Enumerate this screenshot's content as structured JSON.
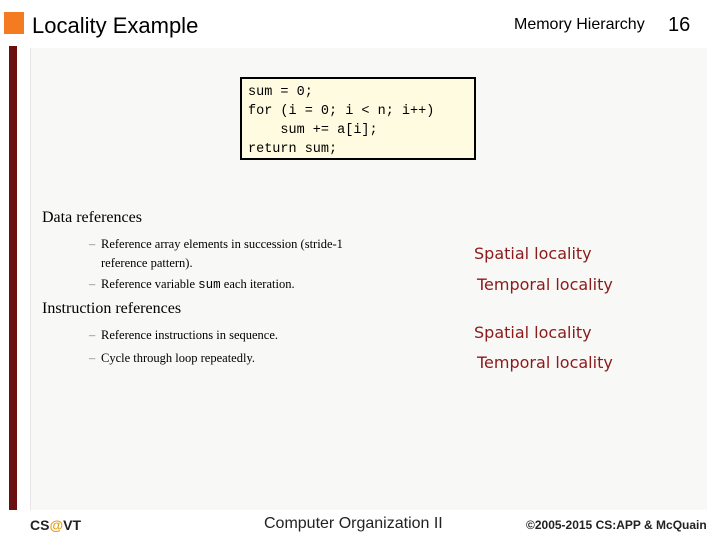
{
  "header": {
    "title": "Locality Example",
    "section": "Memory Hierarchy",
    "page_number": "16"
  },
  "code": [
    "sum = 0;",
    "for (i = 0; i < n; i++)",
    "    sum += a[i];",
    "return sum;"
  ],
  "data_refs": {
    "heading": "Data references",
    "item1_line1": "Reference array elements in succession (stride-1",
    "item1_line2": "reference pattern).",
    "item2_prefix": "Reference variable ",
    "item2_code": "sum",
    "item2_suffix": " each iteration.",
    "locality1": "Spatial locality",
    "locality2": "Temporal locality"
  },
  "instr_refs": {
    "heading": "Instruction references",
    "item1": "Reference instructions in sequence.",
    "item2": "Cycle through loop repeatedly.",
    "locality1": "Spatial locality",
    "locality2": "Temporal locality"
  },
  "footer": {
    "left_prefix": "CS",
    "left_at": "@",
    "left_suffix": "VT",
    "center": "Computer Organization II",
    "right": "©2005-2015 CS:APP & McQuain"
  },
  "colors": {
    "accent": "#f47b20",
    "bar": "#6b0f0f",
    "locality_text": "#8b1a1a",
    "code_bg": "#fffbe0"
  }
}
